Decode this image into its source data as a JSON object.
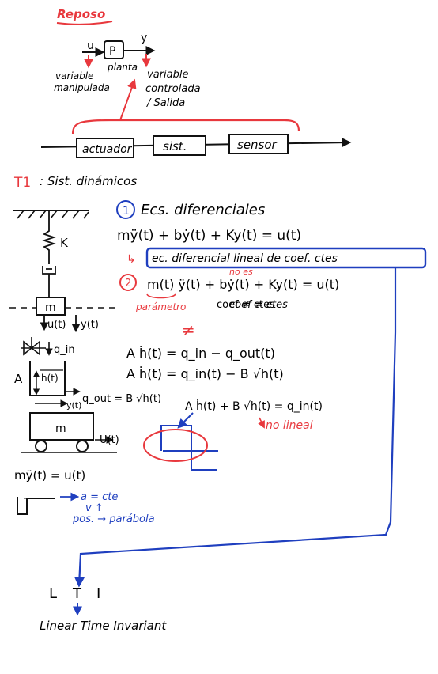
{
  "colors": {
    "ink": "#111111",
    "red": "#e8383d",
    "blue": "#1f3fbf"
  },
  "heading": "Reposo",
  "plant": {
    "input": "u",
    "output": "y",
    "box": "P",
    "box_label": "planta",
    "input_label_1": "variable",
    "input_label_2": "manipulada",
    "output_label_1": "variable",
    "output_label_2": "controlada",
    "output_label_3": "/ Salida"
  },
  "chain": {
    "block1": "actuador",
    "block2": "sist.",
    "block3": "sensor"
  },
  "section": {
    "prefix": "T1",
    "title": ": Sist. dinámicos"
  },
  "item1": {
    "number": "1",
    "title": "Ecs. diferenciales",
    "equation": "mÿ(t) + bẏ(t) + Ky(t) = u(t)",
    "note": "ec. diferencial lineal de coef. ctes"
  },
  "item2": {
    "number": "2",
    "equation": "m(t) ÿ(t) + bẏ(t) + Ky(t) = u(t)",
    "above_note": "no es",
    "param_note": "parámetro",
    "coef_note": "coef ≠ ctes"
  },
  "neq": "≠",
  "tank": {
    "eq1": "A ḣ(t) = q_in − q_out(t)",
    "eq2": "A ḣ(t) = q_in(t) − B √h(t)",
    "eq3": "A ḣ(t) + B √h(t) = q_in(t)",
    "qout": "q_out = B √h(t)",
    "nonlinear": "no lineal",
    "qin": "q_in",
    "h": "h(t)",
    "A": "A"
  },
  "mech": {
    "K": "K",
    "m_spring": "m",
    "u": "u(t)",
    "y": "y(t)",
    "m_cart": "m",
    "cart_y": "y(t)",
    "cart_u": "U(t)",
    "eq": "mÿ(t) = u(t)"
  },
  "step": {
    "a": "a = cte",
    "v": "v ↑",
    "pos": "pos. → parábola"
  },
  "lti": {
    "L": "L",
    "T": "T",
    "I": "I",
    "full": "Linear Time Invariant"
  }
}
